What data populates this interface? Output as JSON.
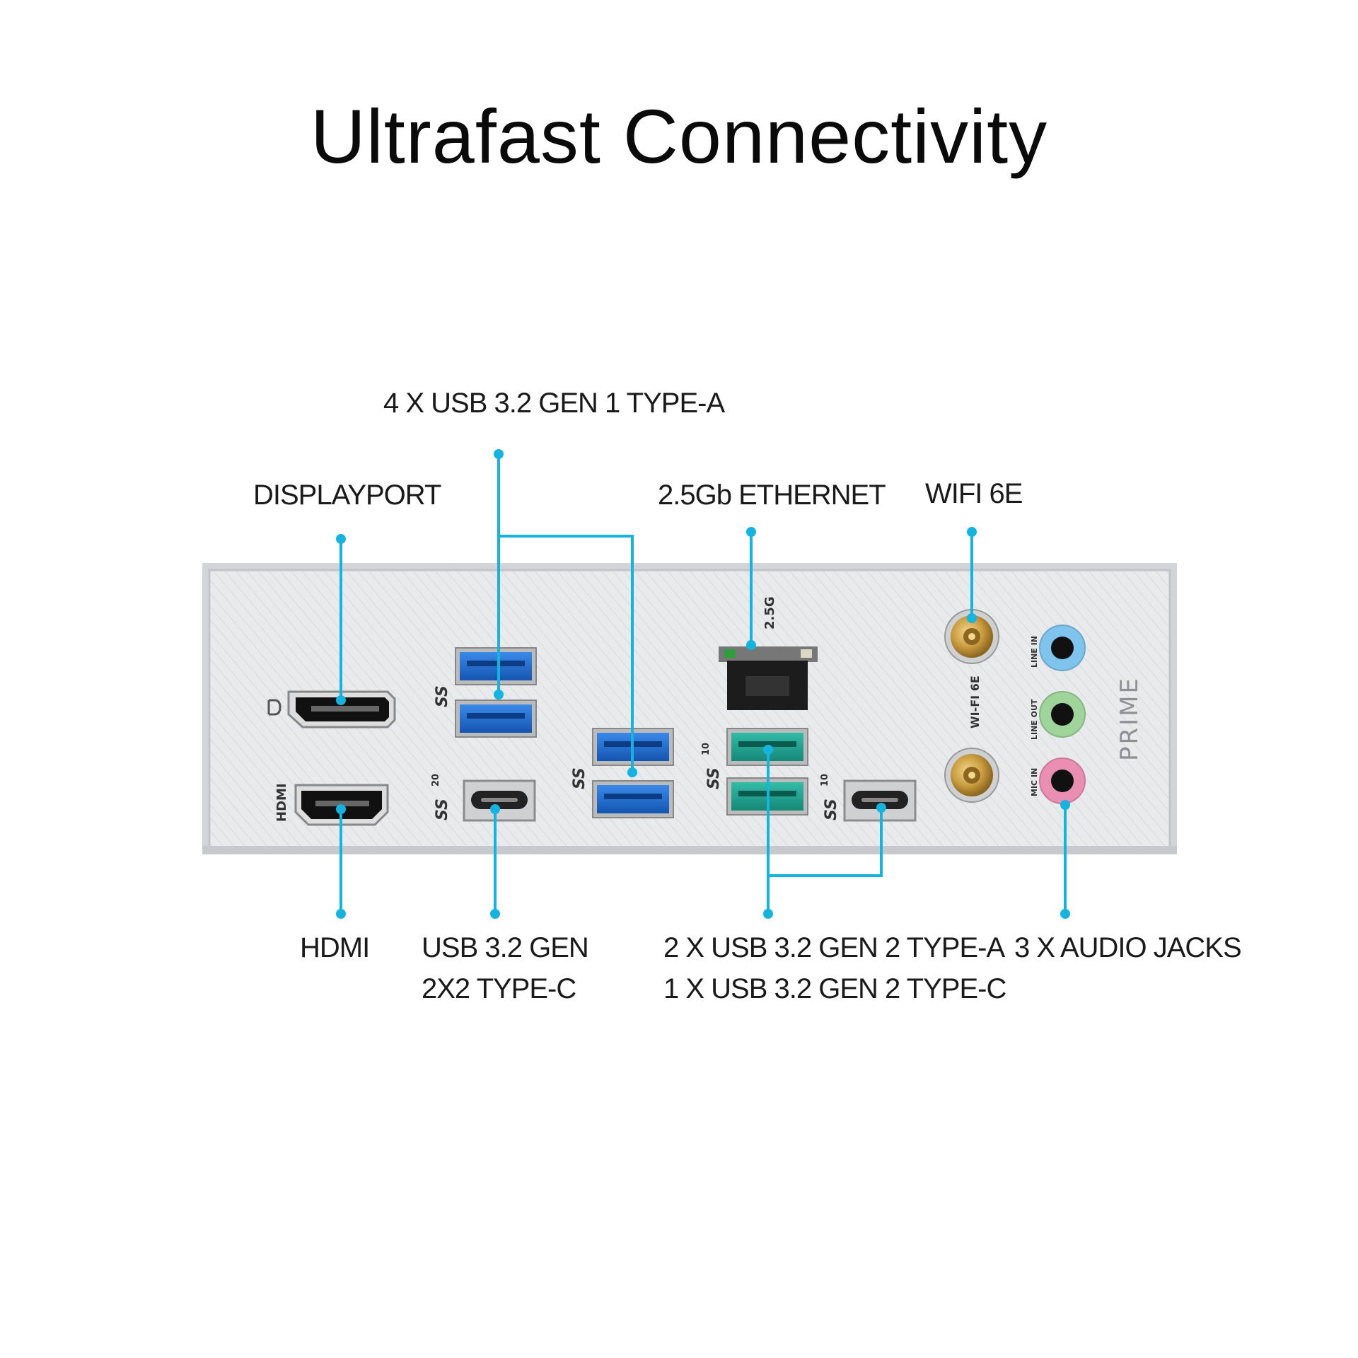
{
  "title": "Ultrafast Connectivity",
  "labels": {
    "usb_gen1": "4 X USB 3.2 GEN 1 TYPE-A",
    "displayport": "DISPLAYPORT",
    "ethernet": "2.5Gb ETHERNET",
    "wifi": "WIFI 6E",
    "hdmi": "HDMI",
    "usb_2x2_line1": "USB 3.2 GEN",
    "usb_2x2_line2": "2X2 TYPE-C",
    "usb_gen2_line1": "2 X USB 3.2 GEN 2 TYPE-A",
    "usb_gen2_line2": "1 X USB 3.2 GEN 2 TYPE-C",
    "audio": "3 X AUDIO JACKS"
  },
  "panel_text": {
    "brand": "PRIME",
    "hdmi": "HDMI",
    "lan": "2.5G",
    "wifi": "WI-FI 6E",
    "line_in": "LINE IN",
    "line_out": "LINE OUT",
    "mic_in": "MIC IN",
    "ss": "SS",
    "ss_20": "20",
    "ss_10": "10"
  },
  "colors": {
    "callout": "#14b4e0",
    "usb_gen1": "#1e6fd0",
    "usb_gen2": "#1fa494",
    "line_in": "#7fc4ec",
    "line_out": "#9fd49a",
    "mic_in": "#ea8fb2",
    "antenna": "#c9a24a",
    "panel": "#e9eaec"
  }
}
